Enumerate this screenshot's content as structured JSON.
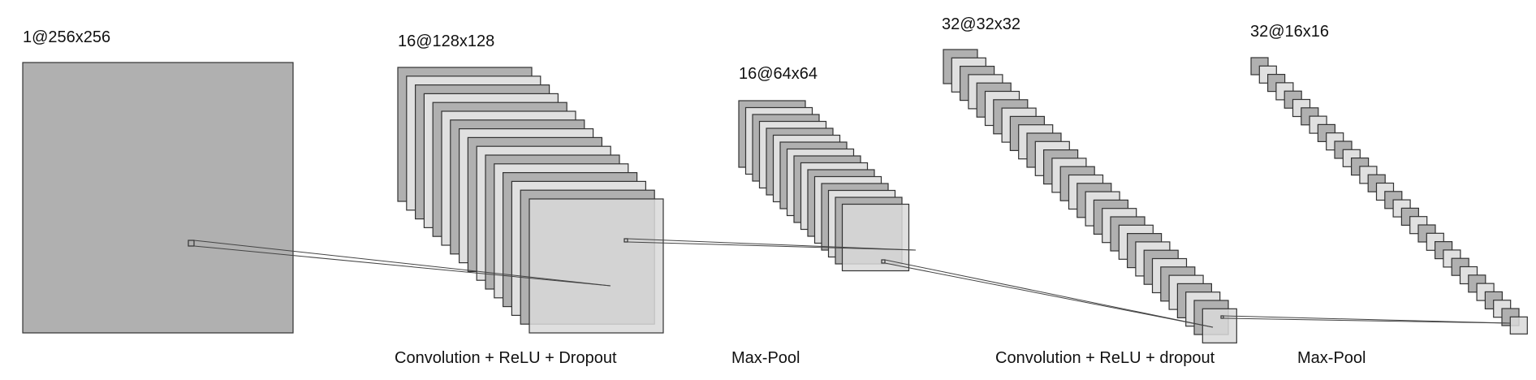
{
  "layers": [
    {
      "label": "1@256x256"
    },
    {
      "label": "16@128x128"
    },
    {
      "label": "16@64x64"
    },
    {
      "label": "32@32x32"
    },
    {
      "label": "32@16x16"
    }
  ],
  "operations": [
    {
      "label": "Convolution + ReLU + Dropout"
    },
    {
      "label": "Max-Pool"
    },
    {
      "label": "Convolution + ReLU + dropout"
    },
    {
      "label": "Max-Pool"
    }
  ],
  "colors": {
    "map_dark": "#b0b0b0",
    "map_light": "#e0e0e0",
    "front_map": "#d9d9d9",
    "outline": "#333333",
    "connector": "#444444"
  }
}
